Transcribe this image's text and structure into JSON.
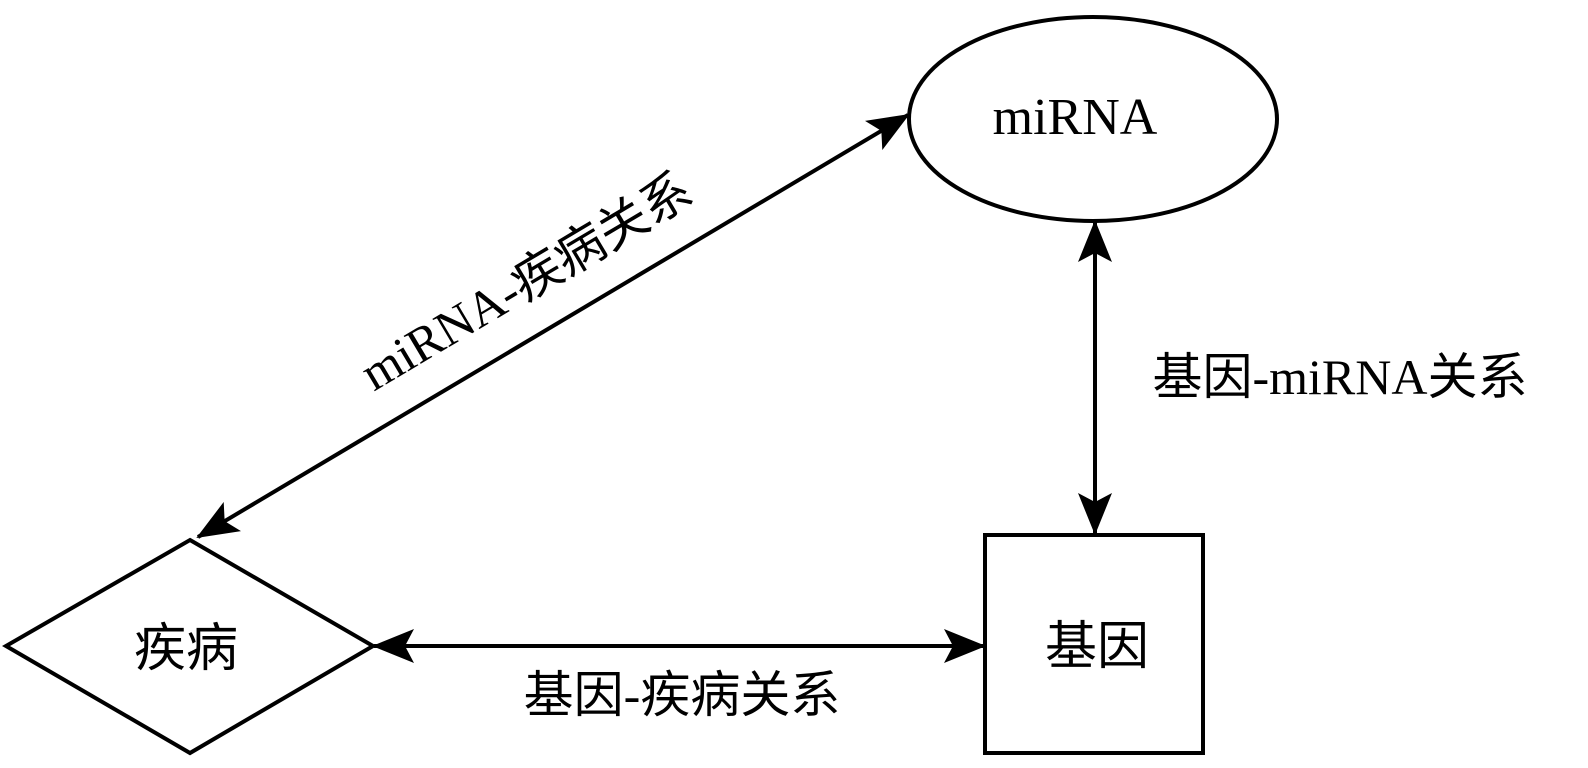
{
  "nodes": {
    "mirna": {
      "label": "miRNA",
      "shape": "ellipse"
    },
    "disease": {
      "label": "疾病",
      "shape": "diamond"
    },
    "gene": {
      "label": "基因",
      "shape": "square"
    }
  },
  "edges": {
    "mirna_disease": {
      "label": "miRNA-疾病关系",
      "from": "miRNA",
      "to": "疾病",
      "direction": "bidirectional"
    },
    "gene_mirna": {
      "label": "基因-miRNA关系",
      "from": "基因",
      "to": "miRNA",
      "direction": "bidirectional"
    },
    "gene_disease": {
      "label": "基因-疾病关系",
      "from": "基因",
      "to": "疾病",
      "direction": "bidirectional"
    }
  },
  "colors": {
    "stroke": "#000000",
    "background": "#ffffff"
  }
}
